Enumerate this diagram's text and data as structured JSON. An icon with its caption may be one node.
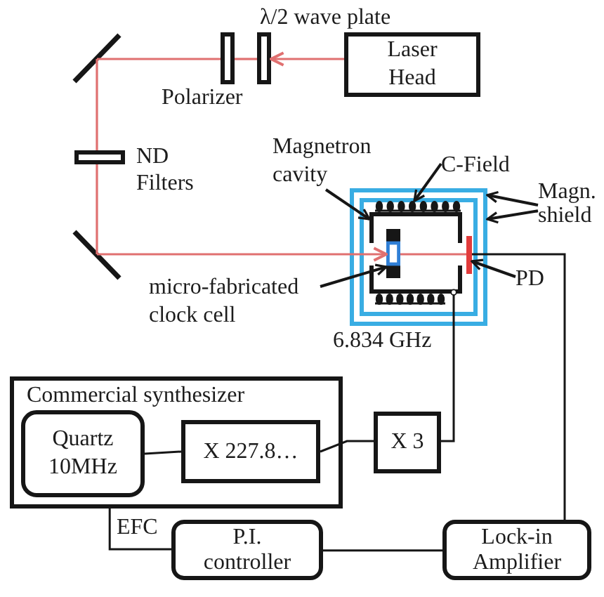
{
  "diagram": {
    "nodes": [
      {
        "text": [
          "λ/2 wave plate"
        ]
      },
      {
        "text": [
          "Laser Head"
        ]
      },
      {
        "text": [],
        "shape": "bar"
      },
      {
        "text": [
          "Polarizer"
        ]
      },
      {
        "text": [
          "ND Filters"
        ]
      },
      {
        "text": [
          "Magnetron cavity"
        ]
      },
      {
        "text": [
          "C-Field"
        ]
      },
      {
        "text": [
          "Magn. shield"
        ]
      },
      {
        "text": [],
        "shape": "box"
      },
      {
        "text": [],
        "shape": "box",
        "in": 8
      },
      {
        "text": [],
        "shape": "coil",
        "in": 8
      },
      {
        "text": [],
        "shape": "box",
        "in": 9
      },
      {
        "text": [],
        "shape": "bar",
        "in": 8
      },
      {
        "text": [],
        "shape": "bar"
      },
      {
        "text": [
          "micro-fabricated clock cell"
        ]
      },
      {
        "text": [
          "PD"
        ]
      },
      {
        "text": [
          "Commercial synthesizer"
        ]
      },
      {
        "text": [
          "Quartz 10MHz"
        ],
        "in": 16
      },
      {
        "text": [
          "X 227.8…"
        ],
        "in": 16
      },
      {
        "text": [
          "X 3"
        ]
      },
      {
        "text": [
          "P.I. controller"
        ]
      },
      {
        "text": [
          "Lock-in Amplifier"
        ]
      }
    ],
    "edges": [
      {
        "from": 1,
        "to": 0,
        "arrow": "to",
        "color": "#e07070"
      },
      {
        "from": 0,
        "to": 3,
        "arrow": "none",
        "color": "#e07070"
      },
      {
        "from": 3,
        "to": 2,
        "arrow": "none",
        "color": "#e07070"
      },
      {
        "from": 2,
        "to": 4,
        "arrow": "none",
        "color": "#e07070"
      },
      {
        "from": 4,
        "to": 13,
        "arrow": "none",
        "color": "#e07070"
      },
      {
        "from": 13,
        "to": 11,
        "arrow": "to",
        "color": "#e07070"
      },
      {
        "from": 11,
        "to": 12,
        "arrow": "none",
        "color": "#e07070"
      },
      {
        "from": 5,
        "to": 9,
        "arrow": "to"
      },
      {
        "from": 6,
        "to": 10,
        "arrow": "to"
      },
      {
        "from": 7,
        "to": 8,
        "arrow": "to"
      },
      {
        "from": 7,
        "to": 8,
        "arrow": "to"
      },
      {
        "from": 14,
        "to": 11,
        "arrow": "to"
      },
      {
        "from": 15,
        "to": 12,
        "arrow": "to"
      },
      {
        "from": 17,
        "to": 18,
        "arrow": "none"
      },
      {
        "from": 18,
        "to": 19,
        "arrow": "none"
      },
      {
        "from": 19,
        "to": 9,
        "arrow": "other",
        "label": "6.834 GHz"
      },
      {
        "from": 12,
        "to": 21,
        "arrow": "none"
      },
      {
        "from": 21,
        "to": 20,
        "arrow": "none"
      },
      {
        "from": 20,
        "to": 16,
        "arrow": "none",
        "label": "EFC"
      }
    ]
  }
}
